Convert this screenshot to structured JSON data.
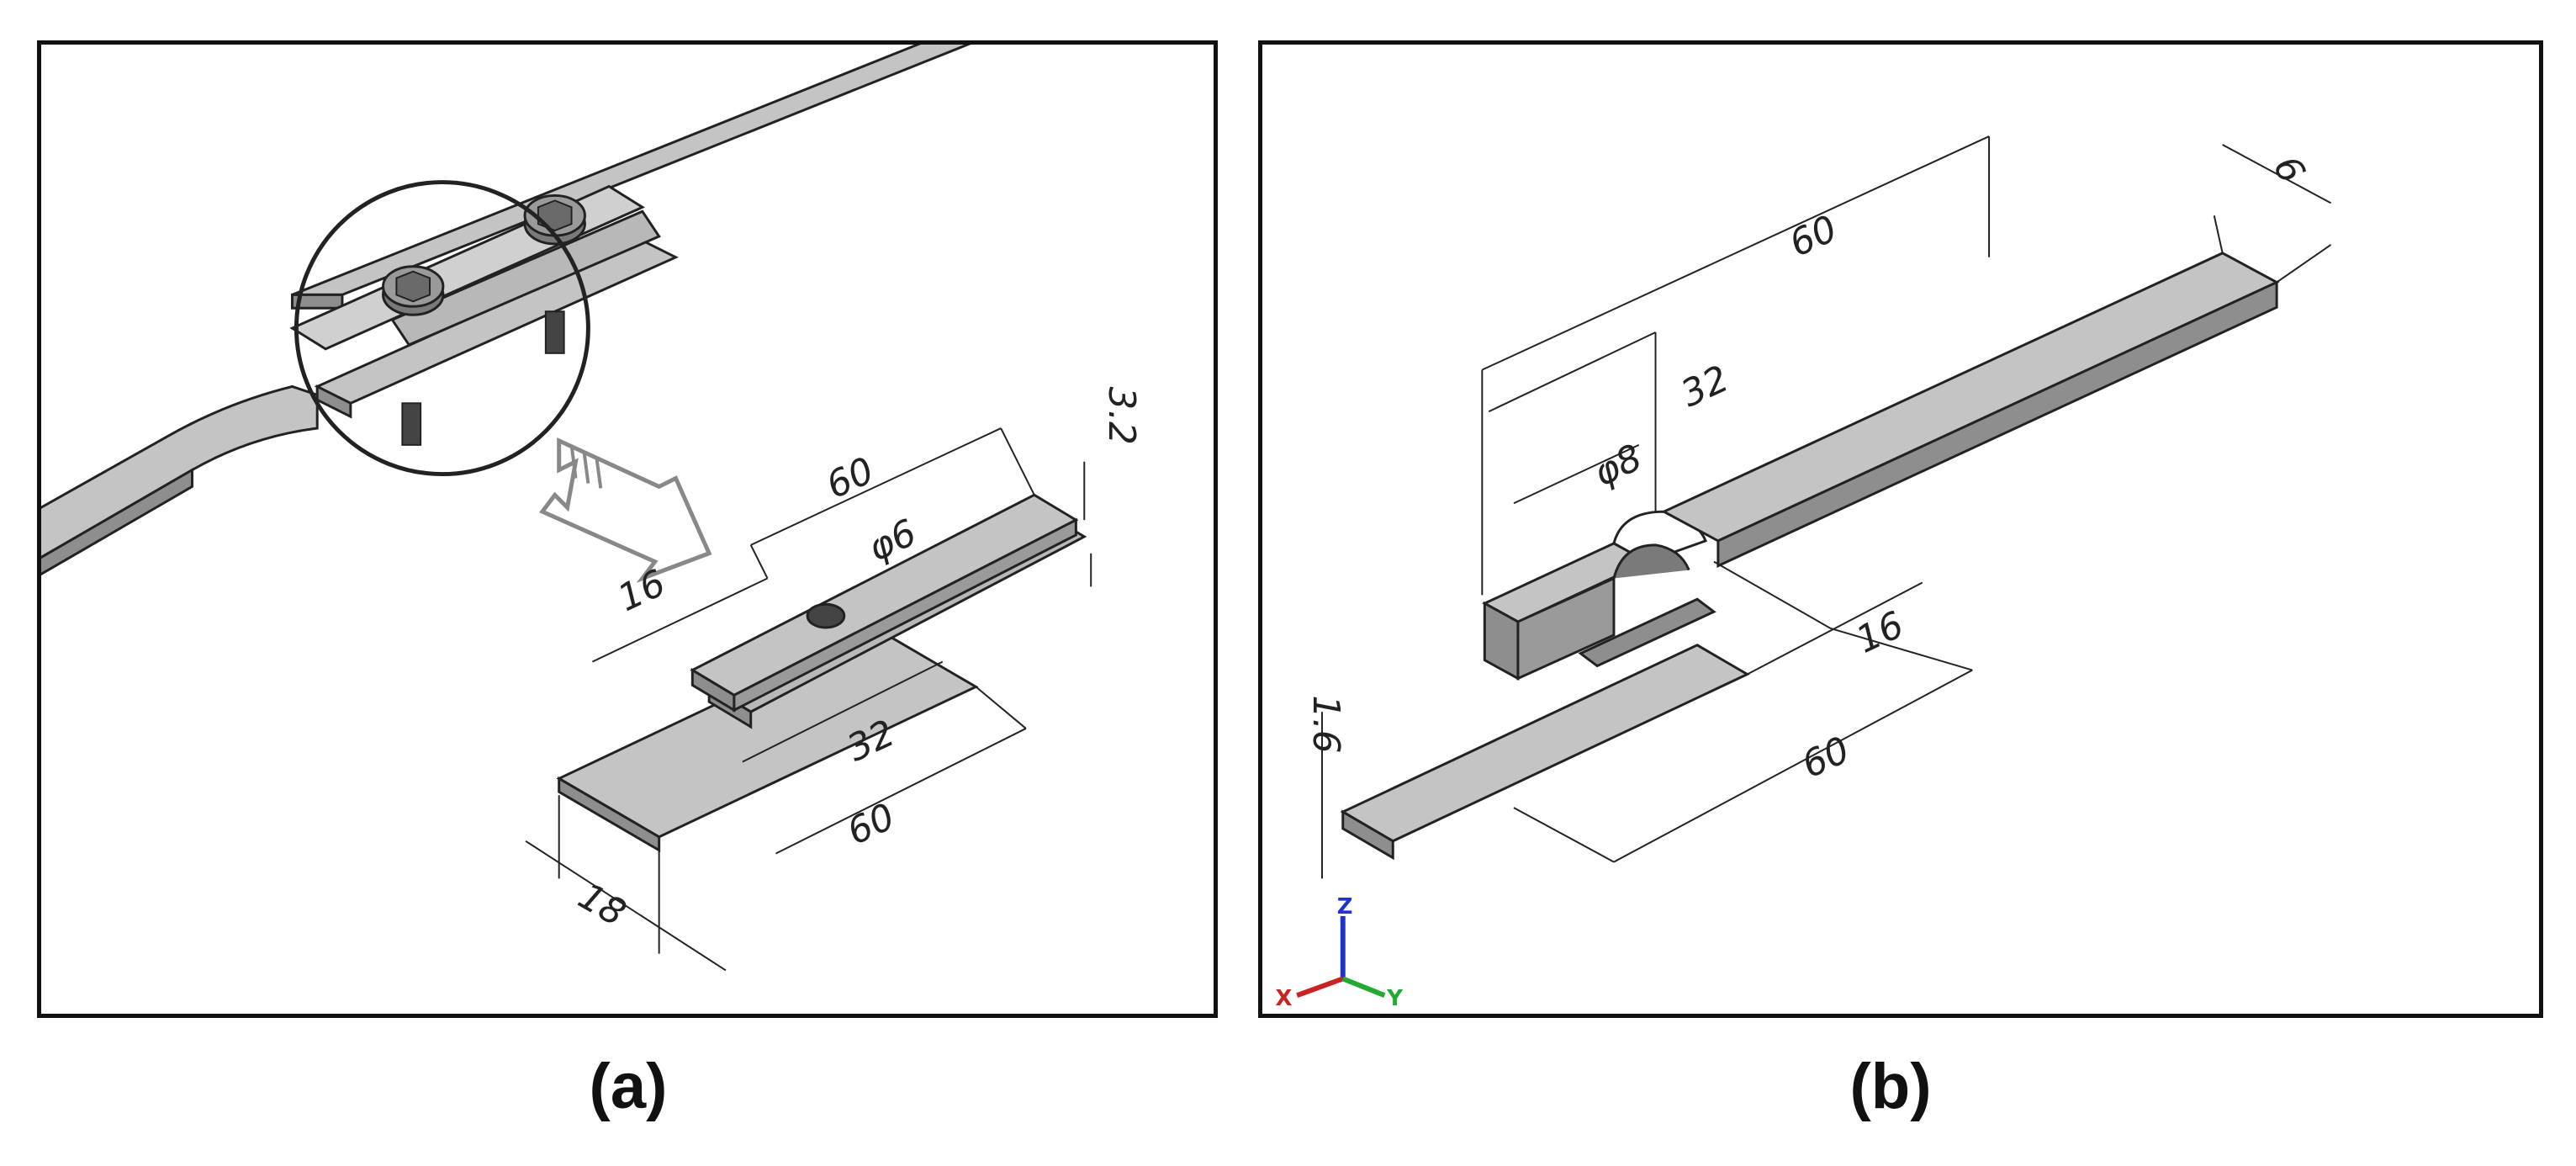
{
  "captions": {
    "a": "(a)",
    "b": "(b)"
  },
  "panel_a": {
    "dims": {
      "thickness": "3.2",
      "overlap": "60",
      "hole": "φ6",
      "hole_offset": "16",
      "plate_len": "32",
      "grip_len": "60",
      "width": "18"
    }
  },
  "panel_b": {
    "dims": {
      "total_len": "60",
      "width": "6",
      "plate_len": "32",
      "hole": "φ8",
      "thickness": "1.6",
      "hole_offset": "16",
      "grip_len": "60"
    },
    "axes": {
      "x": "X",
      "y": "Y",
      "z": "Z"
    }
  },
  "colors": {
    "face_top": "#c4c4c4",
    "face_side": "#8e8e8e",
    "face_dark": "#5a5a5a",
    "line": "#222222",
    "axis_x": "#cc2222",
    "axis_y": "#22aa33",
    "axis_z": "#2233cc"
  }
}
